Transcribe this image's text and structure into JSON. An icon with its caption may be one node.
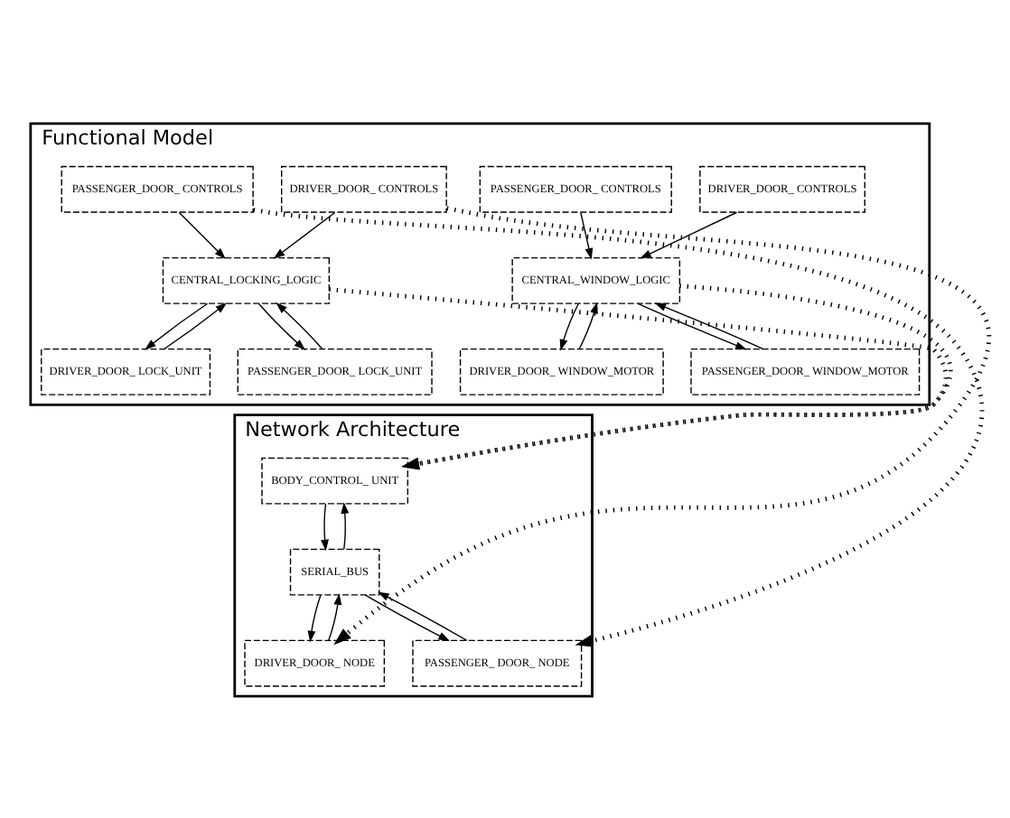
{
  "diagram": {
    "nodes": [
      {
        "text": [
          "Functional Model"
        ]
      },
      {
        "text": [
          "DRIVER_DOOR_ CONTROLS"
        ],
        "in": 0
      },
      {
        "text": [
          "CENTRAL_WINDOW_LOGIC"
        ],
        "in": 0
      },
      {
        "text": [
          "DRIVER_DOOR_ WINDOW_MOTOR"
        ],
        "in": 0
      },
      {
        "text": [
          "PASSENGER_DOOR_ CONTROLS"
        ],
        "in": 0
      },
      {
        "text": [
          "PASSENGER_DOOR_ WINDOW_MOTOR"
        ],
        "in": 0
      },
      {
        "text": [
          "DRIVER_DOOR_ CONTROLS"
        ],
        "in": 0
      },
      {
        "text": [
          "CENTRAL_LOCKING_LOGIC"
        ],
        "in": 0
      },
      {
        "text": [
          "DRIVER_DOOR_ LOCK_UNIT"
        ],
        "in": 0
      },
      {
        "text": [
          "PASSENGER_DOOR_ CONTROLS"
        ],
        "in": 0
      },
      {
        "text": [
          "PASSENGER_DOOR_ LOCK_UNIT"
        ],
        "in": 0
      },
      {
        "text": [
          "Network Architecture"
        ]
      },
      {
        "text": [
          "BODY_CONTROL_ UNIT"
        ],
        "in": 11
      },
      {
        "text": [
          "SERIAL_BUS"
        ],
        "in": 11
      },
      {
        "text": [
          "DRIVER_DOOR_ NODE"
        ],
        "in": 11
      },
      {
        "text": [
          "PASSENGER_ DOOR_ NODE"
        ],
        "in": 11
      }
    ],
    "edges": [
      {
        "from": 1,
        "to": 2,
        "arrow": "to"
      },
      {
        "from": 4,
        "to": 2,
        "arrow": "to"
      },
      {
        "from": 2,
        "to": 3,
        "arrow": "to"
      },
      {
        "from": 3,
        "to": 2,
        "arrow": "to"
      },
      {
        "from": 2,
        "to": 5,
        "arrow": "to"
      },
      {
        "from": 5,
        "to": 2,
        "arrow": "to"
      },
      {
        "from": 6,
        "to": 7,
        "arrow": "to"
      },
      {
        "from": 9,
        "to": 7,
        "arrow": "to"
      },
      {
        "from": 7,
        "to": 8,
        "arrow": "to"
      },
      {
        "from": 8,
        "to": 7,
        "arrow": "to"
      },
      {
        "from": 7,
        "to": 10,
        "arrow": "to"
      },
      {
        "from": 10,
        "to": 7,
        "arrow": "to"
      },
      {
        "from": 2,
        "to": 12,
        "arrow": "to",
        "style": "dashed"
      },
      {
        "from": 7,
        "to": 12,
        "arrow": "to",
        "style": "dashed"
      },
      {
        "from": 6,
        "to": 14,
        "arrow": "to",
        "style": "dashed"
      },
      {
        "from": 9,
        "to": 15,
        "arrow": "to",
        "style": "dashed"
      },
      {
        "from": 12,
        "to": 13,
        "arrow": "to"
      },
      {
        "from": 13,
        "to": 12,
        "arrow": "to"
      },
      {
        "from": 13,
        "to": 14,
        "arrow": "to"
      },
      {
        "from": 14,
        "to": 13,
        "arrow": "to"
      },
      {
        "from": 13,
        "to": 15,
        "arrow": "to"
      },
      {
        "from": 15,
        "to": 13,
        "arrow": "to"
      }
    ]
  }
}
